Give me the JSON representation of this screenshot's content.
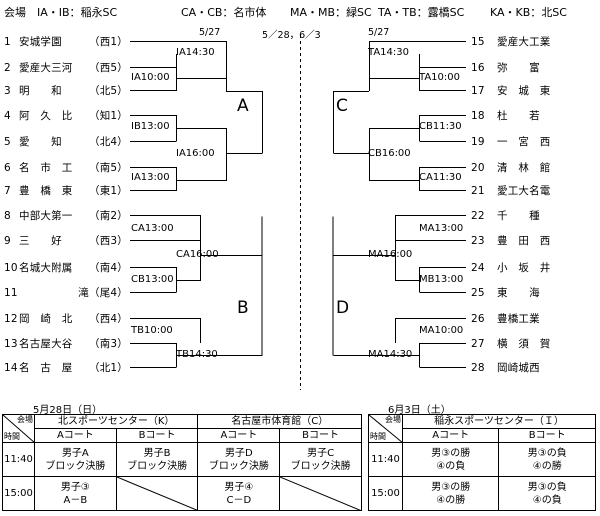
{
  "header": {
    "venues": [
      {
        "codes": "会場　IA・IB：",
        "place": "稲永SC"
      },
      {
        "codes": "CA・CB：",
        "place": "名市体"
      },
      {
        "codes": "MA・MB：",
        "place": "緑SC"
      },
      {
        "codes": "TA・TB：",
        "place": "露橋SC"
      },
      {
        "codes": "KA・KB：",
        "place": "北SC"
      }
    ]
  },
  "bracket": {
    "center_dates": "5／28，6／3",
    "left_date": "5/27",
    "right_date": "5/27",
    "blocks": [
      "A",
      "B",
      "C",
      "D"
    ],
    "left_teams": [
      {
        "no": "1",
        "name": "安城学園",
        "region": "（西1）"
      },
      {
        "no": "2",
        "name": "愛産大三河",
        "region": "（西5）"
      },
      {
        "no": "3",
        "name": "明　　和",
        "region": "（北5）"
      },
      {
        "no": "4",
        "name": "阿　久　比",
        "region": "（知1）"
      },
      {
        "no": "5",
        "name": "愛　　知",
        "region": "（北4）"
      },
      {
        "no": "6",
        "name": "名　市　工",
        "region": "（南5）"
      },
      {
        "no": "7",
        "name": "豊　橋　東",
        "region": "（東1）"
      },
      {
        "no": "8",
        "name": "中部大第一",
        "region": "（南2）"
      },
      {
        "no": "9",
        "name": "三　　好",
        "region": "（西3）"
      },
      {
        "no": "10",
        "name": "名城大附属",
        "region": "（南4）"
      },
      {
        "no": "11",
        "name": "滝",
        "region": "（尾4）"
      },
      {
        "no": "12",
        "name": "岡　崎　北",
        "region": "（西4）"
      },
      {
        "no": "13",
        "name": "名古屋大谷",
        "region": "（南3）"
      },
      {
        "no": "14",
        "name": "名　古　屋",
        "region": "（北1）"
      }
    ],
    "right_teams": [
      {
        "no": "15",
        "name": "愛産大工業"
      },
      {
        "no": "16",
        "name": "弥　　富"
      },
      {
        "no": "17",
        "name": "安　城　東"
      },
      {
        "no": "18",
        "name": "杜　　若"
      },
      {
        "no": "19",
        "name": "一　宮　西"
      },
      {
        "no": "20",
        "name": "清　林　館"
      },
      {
        "no": "21",
        "name": "愛工大名電"
      },
      {
        "no": "22",
        "name": "千　　種"
      },
      {
        "no": "23",
        "name": "豊　田　西"
      },
      {
        "no": "24",
        "name": "小　坂　井"
      },
      {
        "no": "25",
        "name": "東　　海"
      },
      {
        "no": "26",
        "name": "豊橋工業"
      },
      {
        "no": "27",
        "name": "横　須　賀"
      },
      {
        "no": "28",
        "name": "岡崎城西"
      }
    ],
    "left_matches": [
      "IA14:30",
      "IA10:00",
      "IB13:00",
      "IA16:00",
      "IA13:00",
      "CA13:00",
      "CA16:00",
      "CB13:00",
      "TB10:00",
      "TB14:30"
    ],
    "right_matches": [
      "TA14:30",
      "TA10:00",
      "CB11:30",
      "CB16:00",
      "CA11:30",
      "MA13:00",
      "MA16:00",
      "MB13:00",
      "MA10:00",
      "MA14:30"
    ]
  },
  "schedule_may28": {
    "caption": "5月28日（日）",
    "corner_top": "会場",
    "corner_bottom": "時間",
    "venue1": "北スポーツセンター（K）",
    "venue2": "名古屋市体育館（C）",
    "courts": [
      "Aコート",
      "Bコート",
      "Aコート",
      "Bコート"
    ],
    "rows": [
      {
        "time": "11:40",
        "cells": [
          [
            "男子A",
            "ブロック決勝"
          ],
          [
            "男子B",
            "ブロック決勝"
          ],
          [
            "男子D",
            "ブロック決勝"
          ],
          [
            "男子C",
            "ブロック決勝"
          ]
        ]
      },
      {
        "time": "15:00",
        "cells": [
          [
            "男子③",
            "A－B"
          ],
          [
            "",
            ""
          ],
          [
            "男子④",
            "C－D"
          ],
          [
            "",
            ""
          ]
        ]
      }
    ]
  },
  "schedule_jun3": {
    "caption": "6月3日（土）",
    "corner_top": "会場",
    "corner_bottom": "時間",
    "venue": "稲永スポーツセンター（Ｉ）",
    "courts": [
      "Aコート",
      "Bコート"
    ],
    "rows": [
      {
        "time": "11:40",
        "cells": [
          [
            "男③の勝",
            "④の負"
          ],
          [
            "男③の負",
            "④の勝"
          ]
        ]
      },
      {
        "time": "15:00",
        "cells": [
          [
            "男③の勝",
            "④の勝"
          ],
          [
            "男③の負",
            "④の負"
          ]
        ]
      }
    ]
  }
}
